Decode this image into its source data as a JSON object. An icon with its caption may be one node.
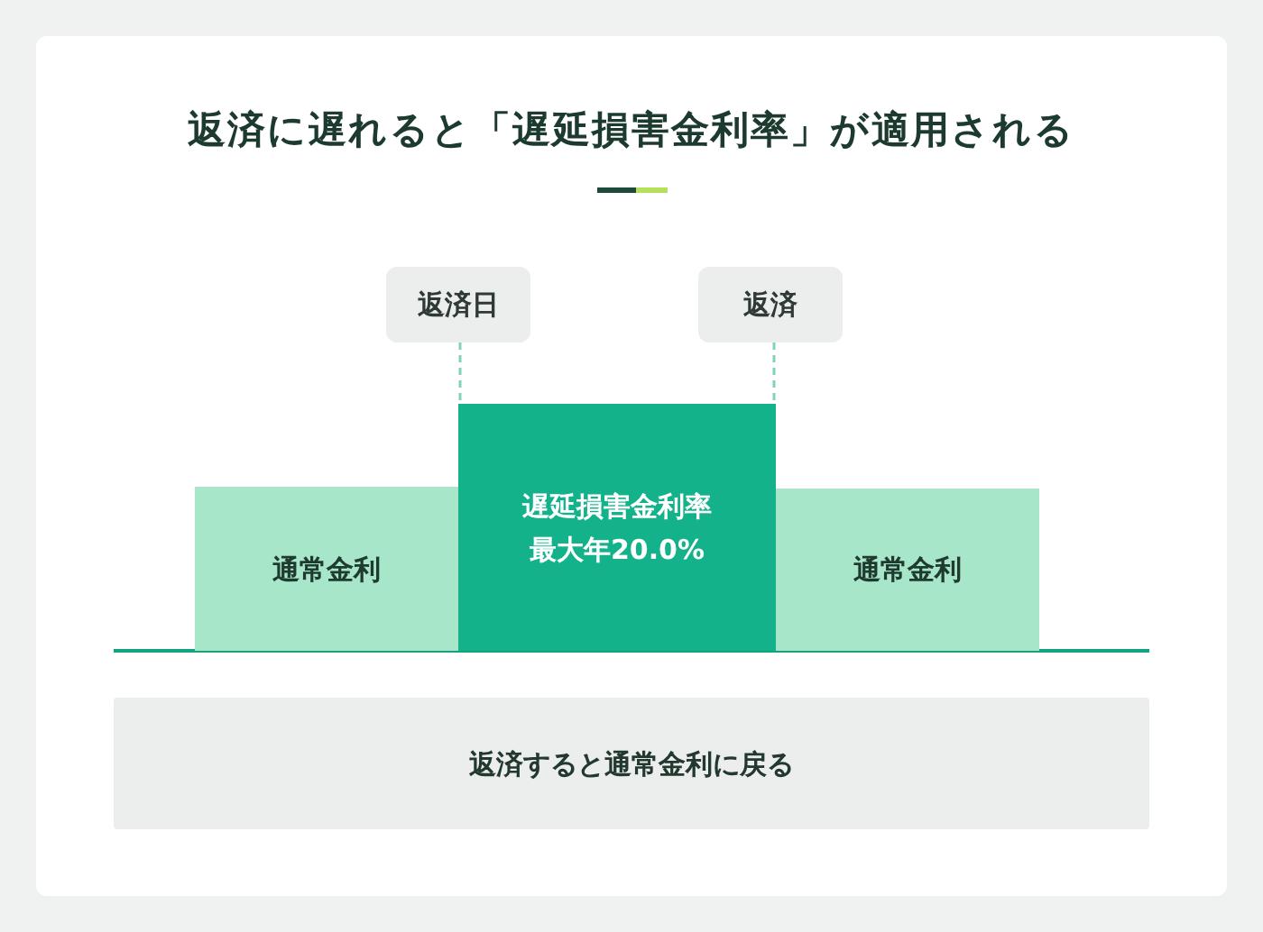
{
  "diagram": {
    "title": "返済に遅れると「遅延損害金利率」が適用される",
    "nodes": [
      {
        "text": [
          "返済日"
        ]
      },
      {
        "text": [
          "返済"
        ]
      },
      {
        "text": [
          "通常金利"
        ]
      },
      {
        "text": [
          "遅延損害金利率",
          "最大年20.0%"
        ]
      },
      {
        "text": [
          "通常金利"
        ]
      },
      {
        "text": [
          "返済すると通常金利に戻る"
        ]
      }
    ],
    "edges": [
      {
        "from": 0,
        "to": 3,
        "arrow": "none",
        "style": "dashed"
      },
      {
        "from": 1,
        "to": 3,
        "arrow": "none",
        "style": "dashed"
      }
    ]
  }
}
